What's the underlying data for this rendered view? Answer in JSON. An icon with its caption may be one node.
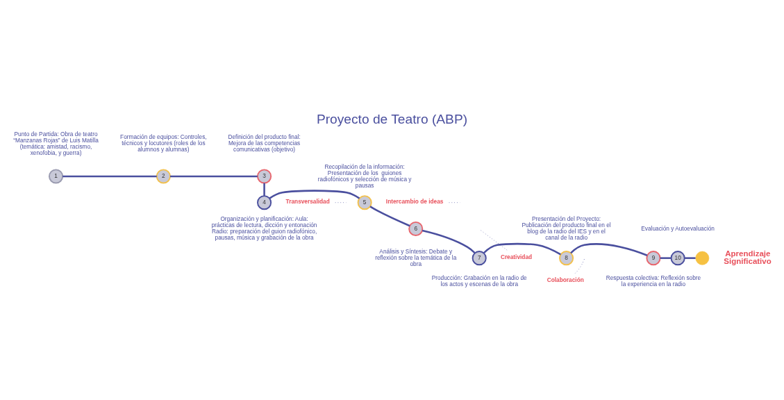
{
  "diagram": {
    "title": "Proyecto de Teatro (ABP)",
    "nodes": [
      {
        "text": [
          "1"
        ],
        "beside": [
          "Punto de Partida: Obra de teatro “Manzanas Rojas” de Luis Matilla (temática: amistad, racismo, xenofobia, y guerra)"
        ]
      },
      {
        "text": [
          "2"
        ],
        "beside": [
          "Formación de equipos: Controles, técnicos y locutores (roles de los alumnos y alumnas)"
        ]
      },
      {
        "text": [
          "3"
        ],
        "beside": [
          "Definición del producto final: Mejora de las competencias comunicativas (objetivo)"
        ]
      },
      {
        "text": [
          "4"
        ],
        "beside": [
          "Organización y planificación: Aula: prácticas de lectura, dicción y entonación Radio: preparación del guion radiofónico, pausas, música y grabación de la obra"
        ]
      },
      {
        "text": [
          "5"
        ],
        "beside": [
          "Recopilación de la información: Presentación de los  guiones radiofónicos y selección de música y pausas"
        ]
      },
      {
        "text": [
          "6"
        ],
        "beside": [
          "Análisis y Síntesis: Debate y reflexión sobre la temática de la obra"
        ]
      },
      {
        "text": [
          "7"
        ],
        "beside": [
          "Producción: Grabación en la radio de los actos y escenas de la obra"
        ]
      },
      {
        "text": [
          "8"
        ],
        "beside": [
          "Presentación del Proyecto: Publicación del producto final en el blog de la radio del IES y en el canal de la radio"
        ]
      },
      {
        "text": [
          "9"
        ],
        "beside": [
          "Respuesta colectiva: Reflexión sobre la experiencia en la radio"
        ]
      },
      {
        "text": [
          "10"
        ],
        "beside": [
          "Evaluación y Autoevaluación"
        ]
      },
      {
        "text": [],
        "shape": "circle",
        "beside": [
          "Aprendizaje Significativo"
        ]
      },
      {
        "text": [
          "Intercambio de ideas"
        ]
      },
      {
        "text": [
          "Transversalidad"
        ]
      },
      {
        "text": [
          "Creatividad"
        ]
      },
      {
        "text": [
          "Colaboración"
        ]
      }
    ],
    "edges": [
      {
        "from": 0,
        "to": 1,
        "arrow": "none"
      },
      {
        "from": 1,
        "to": 2,
        "arrow": "none"
      },
      {
        "from": 2,
        "to": 3,
        "arrow": "none"
      },
      {
        "from": 3,
        "to": 4,
        "arrow": "none"
      },
      {
        "from": 4,
        "to": 5,
        "arrow": "none"
      },
      {
        "from": 5,
        "to": 6,
        "arrow": "none"
      },
      {
        "from": 6,
        "to": 7,
        "arrow": "none"
      },
      {
        "from": 7,
        "to": 8,
        "arrow": "none"
      },
      {
        "from": 8,
        "to": 9,
        "arrow": "none"
      },
      {
        "from": 9,
        "to": 10,
        "arrow": "none"
      },
      {
        "from": 11,
        "to": null,
        "arrow": "none",
        "style": "dashed"
      },
      {
        "from": 12,
        "to": null,
        "arrow": "none",
        "style": "dashed"
      },
      {
        "from": 13,
        "to": null,
        "arrow": "none",
        "style": "dashed"
      },
      {
        "from": 14,
        "to": null,
        "arrow": "none",
        "style": "dashed"
      }
    ]
  }
}
